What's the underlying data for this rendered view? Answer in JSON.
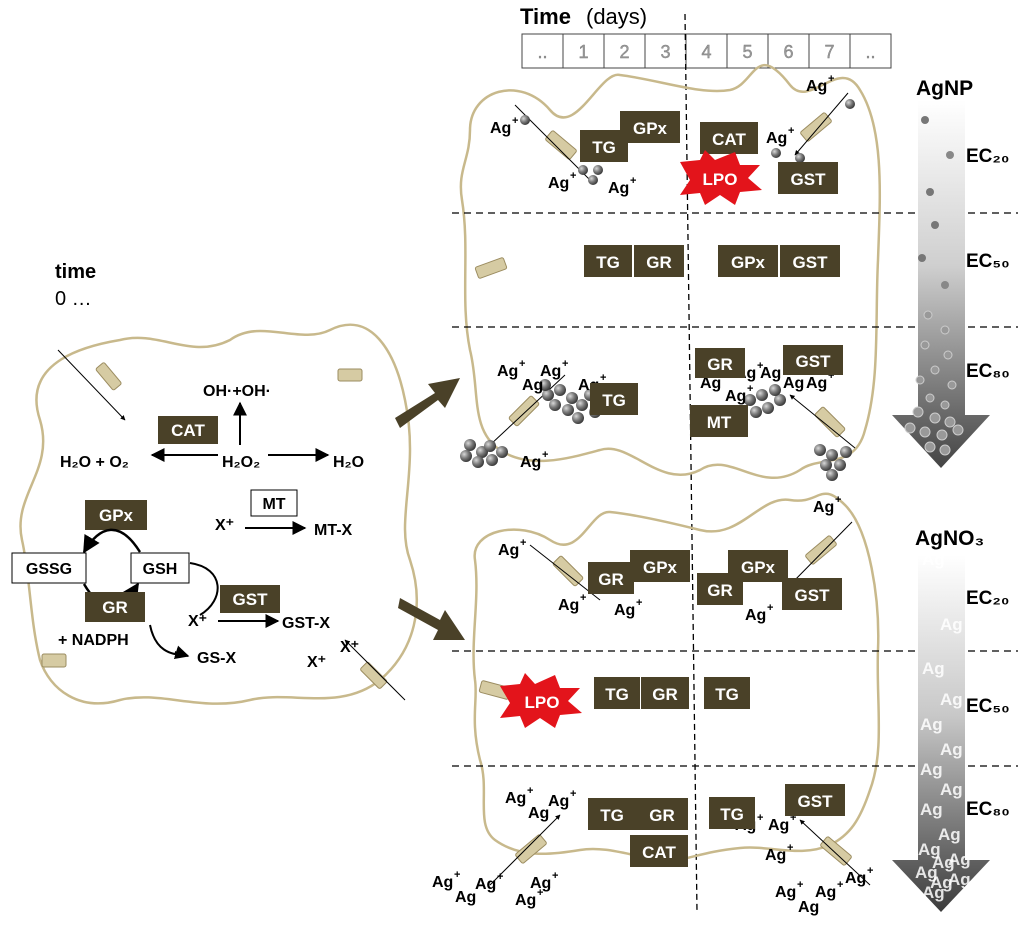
{
  "timeline": {
    "title_bold": "Time",
    "title_unit": "(days)",
    "ticks": [
      "..",
      "1",
      "2",
      "3",
      "4",
      "5",
      "6",
      "7",
      ".."
    ]
  },
  "left_cell": {
    "time_label": "time",
    "time_value": "0 …",
    "radicals": "OH·+OH·",
    "cat": "CAT",
    "h2o_o2": "H₂O + O₂",
    "h2o2": "H₂O₂",
    "h2o": "H₂O",
    "gpx": "GPx",
    "gr": "GR",
    "gssg": "GSSG",
    "gsh": "GSH",
    "nadph": "+ NADPH",
    "mt": "MT",
    "x_plus": "X⁺",
    "mt_x": "MT-X",
    "gst": "GST",
    "gst_x": "GST-X",
    "gs_x": "GS-X"
  },
  "agnp": {
    "title": "AgNP",
    "levels": [
      "EC₂₀",
      "EC₅₀",
      "EC₈₀"
    ]
  },
  "agno3": {
    "title": "AgNO₃",
    "levels": [
      "EC₂₀",
      "EC₅₀",
      "EC₈₀"
    ],
    "ion_glyph": "Ag"
  },
  "ion_label": "Ag⁺",
  "enzymes": {
    "tg": "TG",
    "gpx": "GPx",
    "cat": "CAT",
    "gst": "GST",
    "gr": "GR",
    "mt": "MT",
    "lpo": "LPO"
  },
  "colors": {
    "enzyme_box": "#4a4128",
    "membrane": "#c8b98c",
    "channel": "#d6cba3",
    "lpo": "#e3141b",
    "arrow_brown": "#4a4128",
    "nanoparticle": "#6b6b6b"
  }
}
